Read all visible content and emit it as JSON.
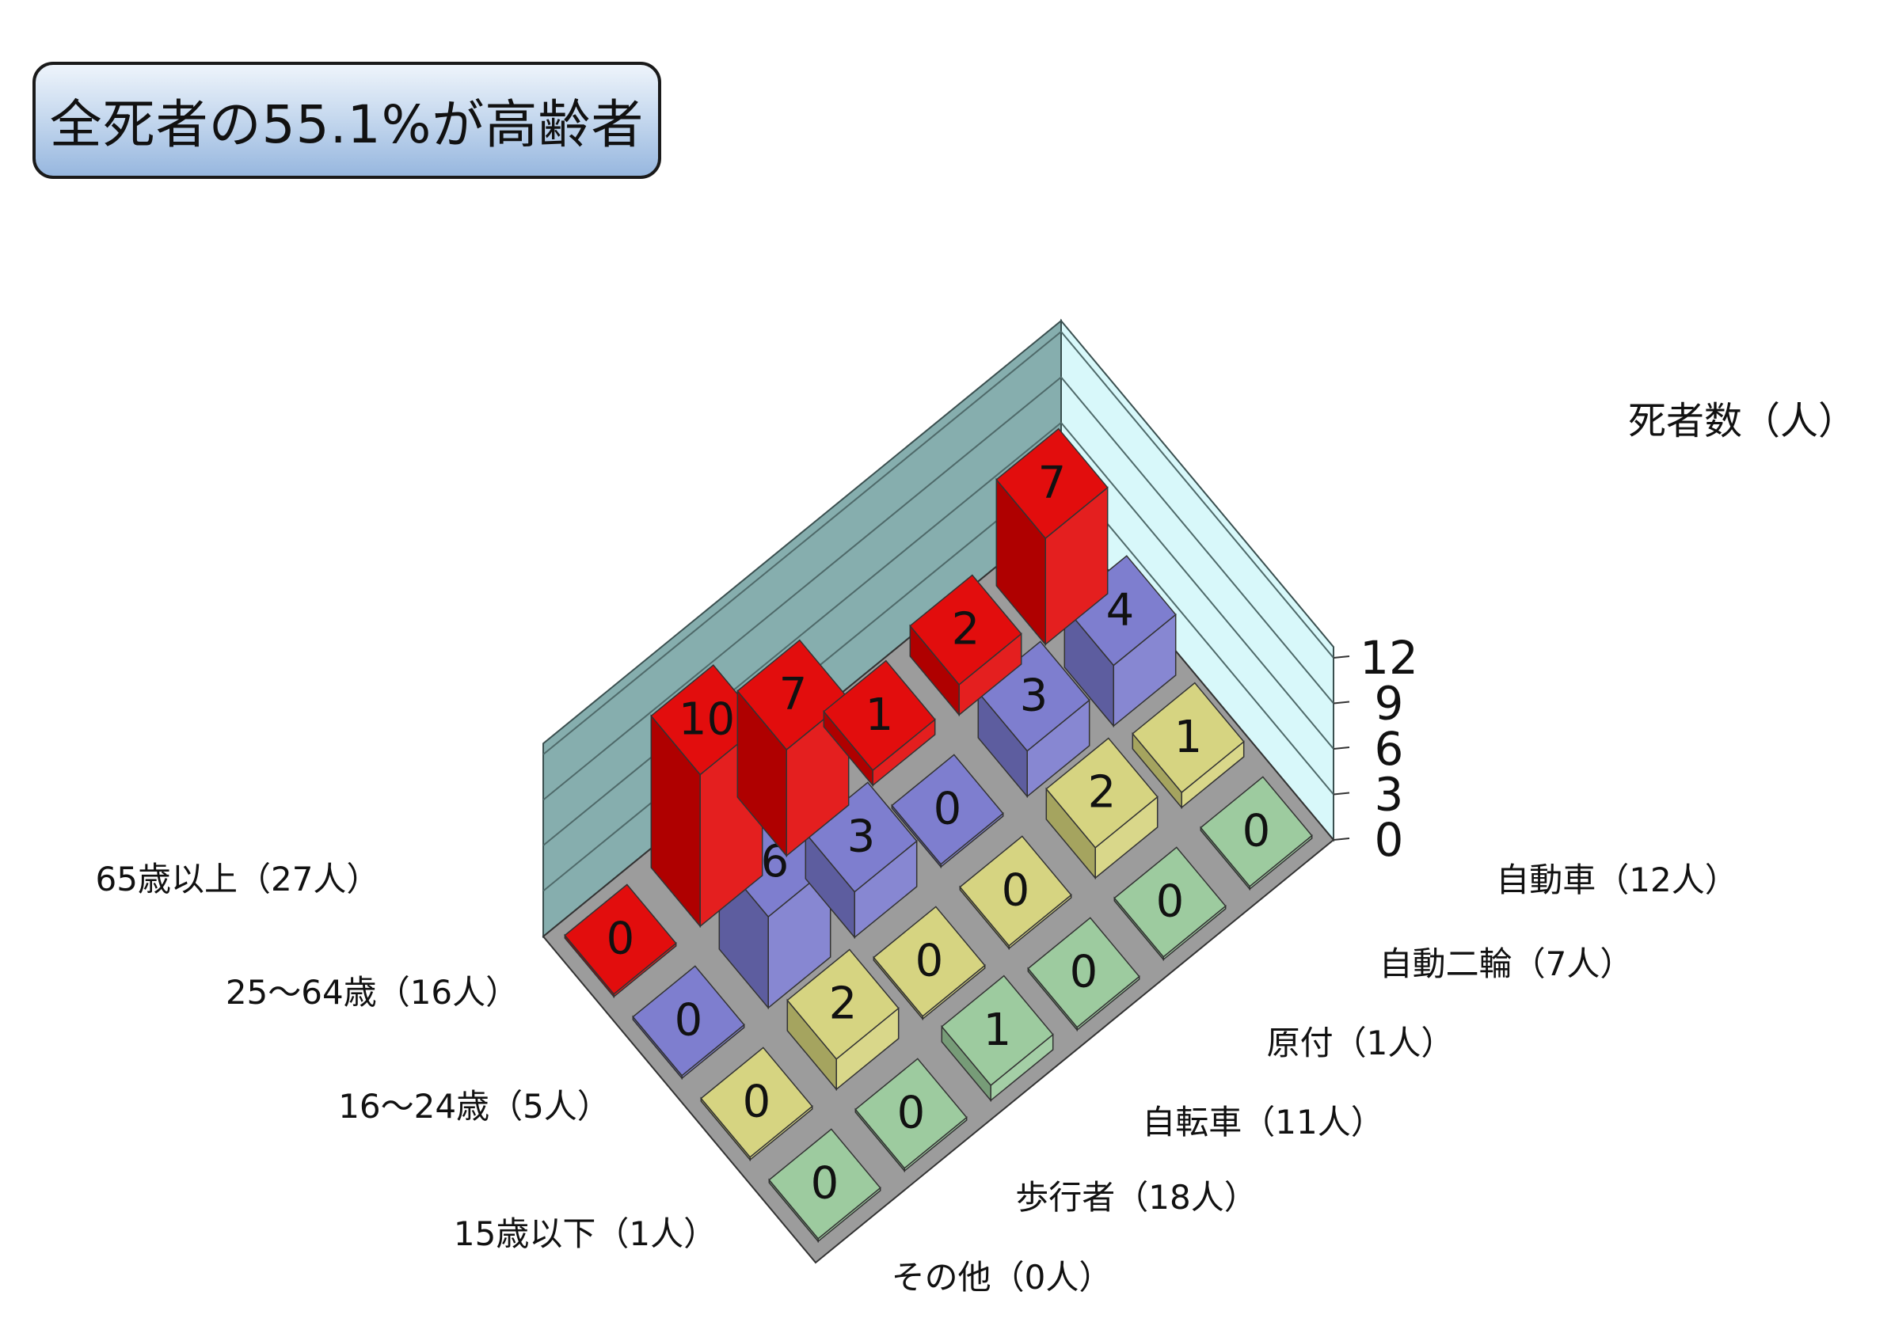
{
  "title": "全死者の55.1%が高齢者",
  "chart_data": {
    "type": "bar",
    "style": "3d",
    "zlabel": "死者数（人）",
    "zticks": [
      "0",
      "3",
      "6",
      "9",
      "12"
    ],
    "zlim": [
      0,
      12
    ],
    "categories": [
      "その他（0人）",
      "歩行者（18人）",
      "自転車（11人）",
      "原付（1人）",
      "自動二輪（7人）",
      "自動車（12人）"
    ],
    "series": [
      {
        "name": "65歳以上（27人）",
        "color": "#e00000",
        "values": [
          0,
          10,
          7,
          1,
          2,
          7
        ]
      },
      {
        "name": "25～64歳（16人）",
        "color": "#7777cc",
        "values": [
          0,
          6,
          3,
          0,
          3,
          4
        ]
      },
      {
        "name": "16～24歳（5人）",
        "color": "#d4d27a",
        "values": [
          0,
          2,
          0,
          0,
          2,
          1
        ]
      },
      {
        "name": "15歳以下（1人）",
        "color": "#98c89a",
        "values": [
          0,
          0,
          1,
          0,
          0,
          0
        ]
      }
    ]
  }
}
